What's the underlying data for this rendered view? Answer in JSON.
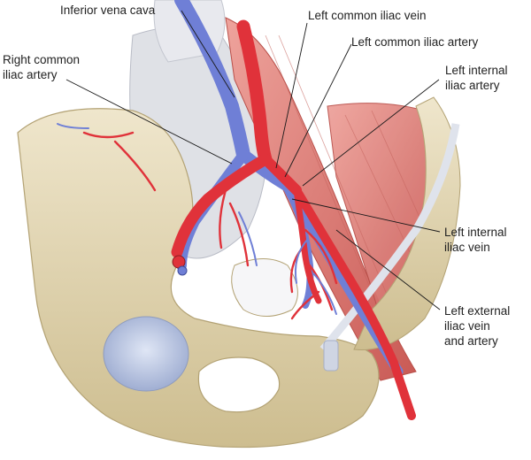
{
  "labels": {
    "ivc": "Inferior vena cava",
    "lciv": "Left common iliac vein",
    "lcia": "Left common iliac artery",
    "rcia_1": "Right common",
    "rcia_2": "iliac artery",
    "liia_1": "Left internal",
    "liia_2": "iliac artery",
    "liiv_1": "Left internal",
    "liiv_2": "iliac vein",
    "leiva_1": "Left external",
    "leiva_2": "iliac vein",
    "leiva_3": "and artery"
  },
  "colors": {
    "artery": "#e0323a",
    "vein": "#6f7fd6",
    "bone": "#e6dcbf",
    "bone_shadow": "#c8b98e",
    "muscle": "#e38c86",
    "ligament": "#d9dde6",
    "cartilage": "#a9b8d8"
  }
}
